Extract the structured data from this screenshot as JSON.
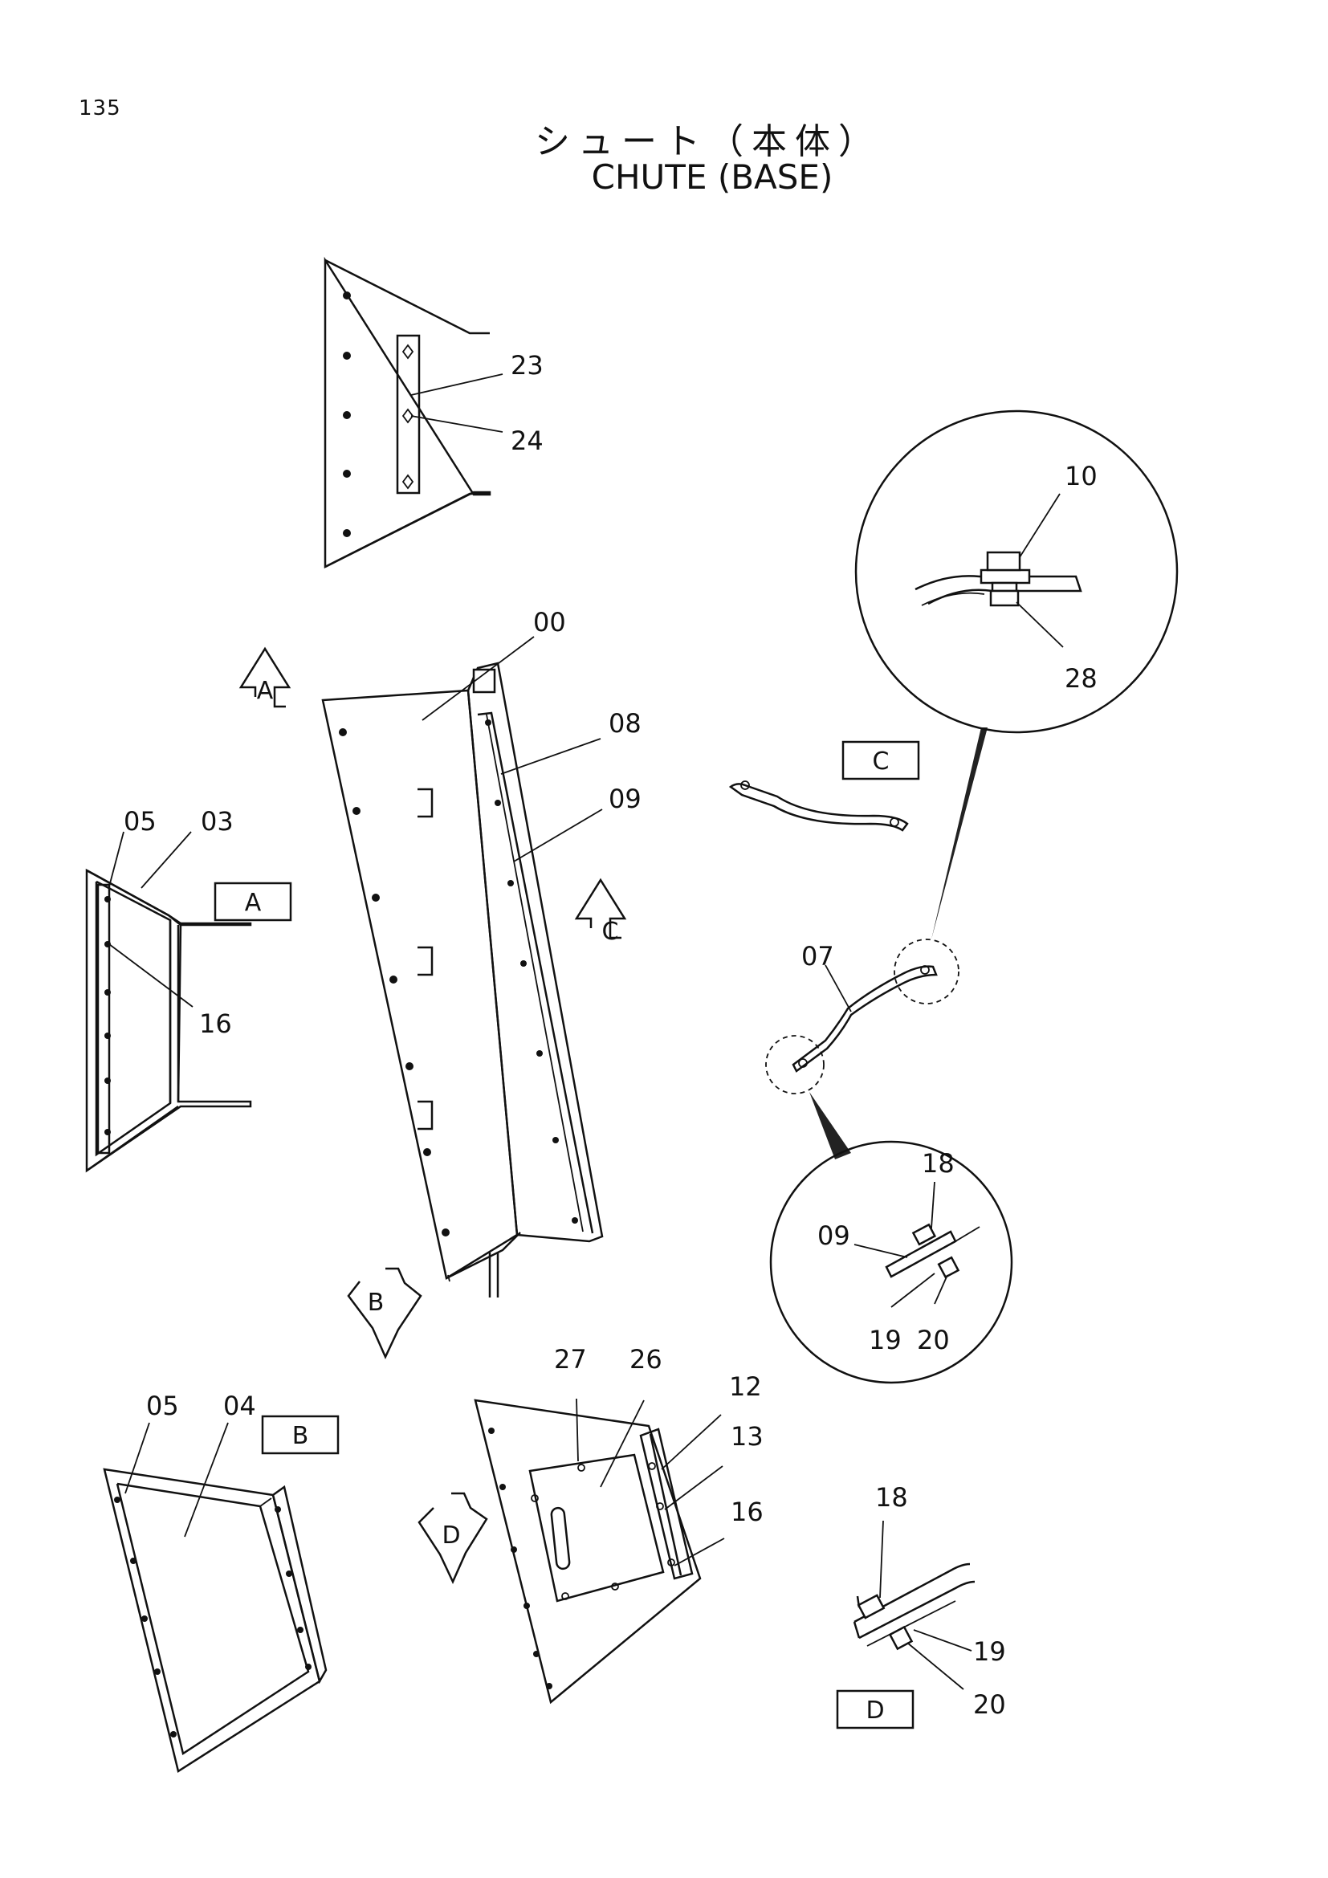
{
  "page_number": "135",
  "title_jp": "シュート（本体）",
  "title_en": "CHUTE (BASE)",
  "view_markers": [
    "A",
    "B",
    "C",
    "D"
  ],
  "view_boxes": [
    "A",
    "B",
    "C",
    "D"
  ],
  "part_labels": {
    "p00": "00",
    "p03": "03",
    "p04": "04",
    "p05a": "05",
    "p05b": "05",
    "p07": "07",
    "p08": "08",
    "p09a": "09",
    "p09b": "09",
    "p10": "10",
    "p12": "12",
    "p13": "13",
    "p16a": "16",
    "p16b": "16",
    "p18a": "18",
    "p18b": "18",
    "p19a": "19",
    "p19b": "19",
    "p20a": "20",
    "p20b": "20",
    "p23": "23",
    "p24": "24",
    "p26": "26",
    "p27": "27",
    "p28": "28"
  }
}
